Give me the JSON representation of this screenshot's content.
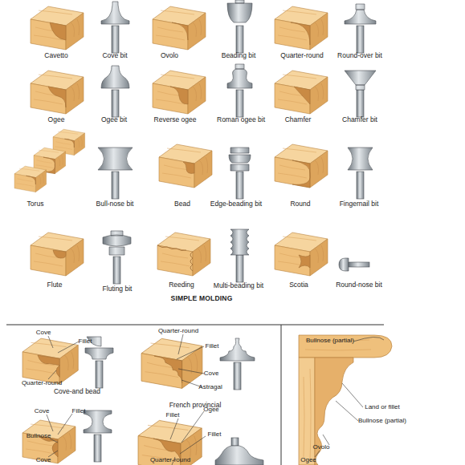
{
  "diagram": {
    "labels": [
      "Cavetto",
      "Cove bit",
      "Ovolo",
      "Beading bit",
      "Quarter-round",
      "Round-over bit",
      "Ogee",
      "Ogee bit",
      "Reverse ogee",
      "Roman ogee bit",
      "Chamfer",
      "Chamfer bit",
      "Torus",
      "Bull-nose bit",
      "Bead",
      "Edge-beading bit",
      "Round",
      "Fingernail bit",
      "Flute",
      "Fluting bit",
      "Reeding",
      "Multi-beading bit",
      "Scotia",
      "Round-nose bit",
      "SIMPLE MOLDING",
      "Cove",
      "Fillet",
      "Quarter-round",
      "Cove-and bead",
      "Quarter-round",
      "Fillet",
      "Cove",
      "Astragal",
      "French provincial",
      "Cove",
      "Fillet",
      "Bullnose",
      "Cove",
      "Fillet",
      "Ogee",
      "Fillet",
      "Quarter-round",
      "Bullnose (partial)",
      "Land or fillet",
      "Bullnose (partial)",
      "Ovolo",
      "Ogee"
    ]
  }
}
